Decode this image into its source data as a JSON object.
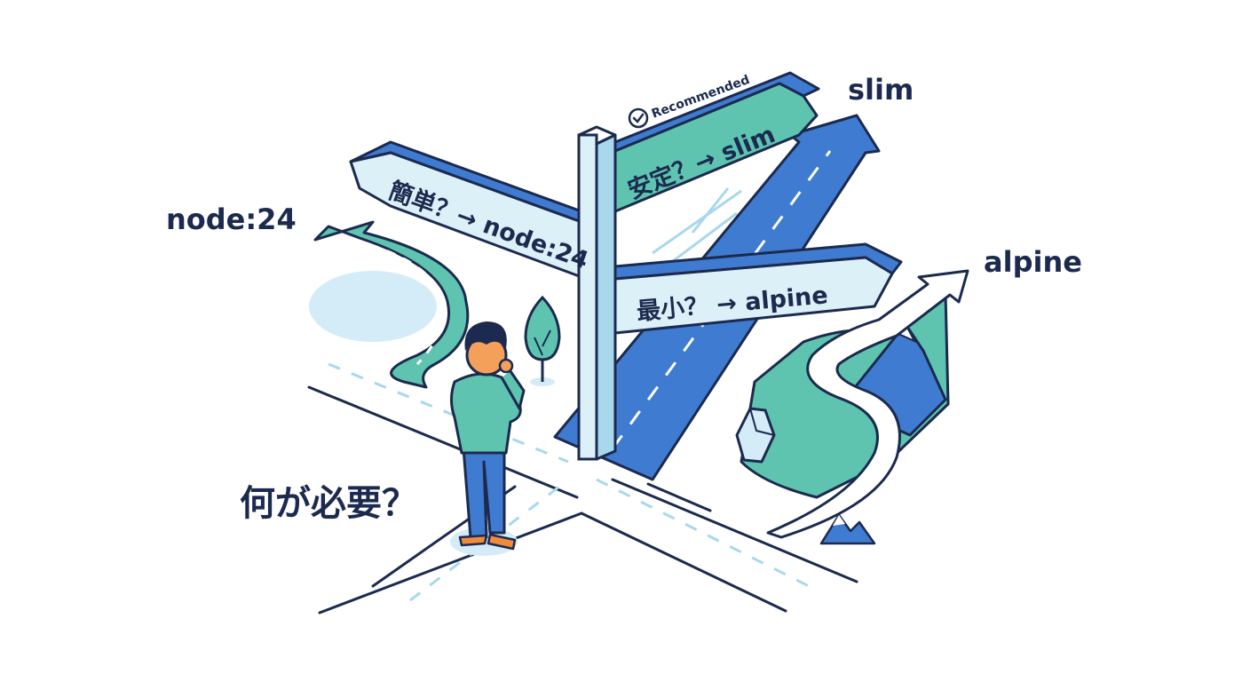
{
  "destinations": {
    "node": "node:24",
    "slim": "slim",
    "alpine": "alpine"
  },
  "signs": {
    "left": "簡単？→ node:24",
    "top": "安定？→ slim",
    "right": "最小？ → alpine",
    "badge": "Recommended"
  },
  "question": "何が必要？",
  "colors": {
    "navy": "#1b2a4e",
    "teal": "#5ec4b0",
    "blue": "#3f7bd0",
    "light_blue": "#d4ecf7",
    "sign_fill": "#dcf0f8"
  },
  "icons": [
    "check-badge-icon",
    "tree-icon",
    "mountain-icon",
    "rock-icon",
    "person-icon"
  ]
}
